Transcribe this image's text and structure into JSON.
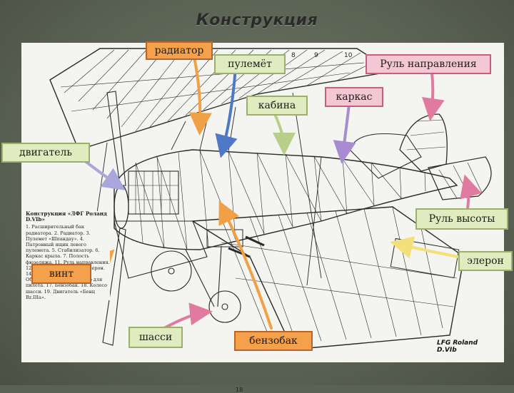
{
  "title": "Конструкция",
  "caption": {
    "heading": "Конструкция «ЛФГ Роланд D.VIb»",
    "body": "1. Расширительный бак радиатора. 2. Радиатор. 3. Пулемет «Шпандау». 4. Патронный ящик левого пулемета. 5. Стабилизатор. 6. Каркас крыла. 7. Полость фюзеляжа. 11. Руль направления. 12. Нервюра крыла. 13. Элерон. 14. Лонжерон крыла. 15. Обшивка крыла. 16. Место для пилота. 17. Бензобак. 18. Колесо шасси. 19. Двигатель «Бенц Bz.IIIa»."
  },
  "brand": "LFG Roland\nD.VIb",
  "numbers": {
    "n8": "8",
    "n9": "9",
    "n10": "10",
    "n18": "18"
  },
  "labels": {
    "radiator": "радиатор",
    "machine_gun": "пулемёт",
    "rudder": "Руль направления",
    "cockpit": "кабина",
    "frame": "каркас",
    "engine": "двигатель",
    "elevator": "Руль высоты",
    "aileron": "элерон",
    "propeller": "винт",
    "landing_gear": "шасси",
    "fuel_tank": "бензобак"
  },
  "colors": {
    "orange": "#f5a04a",
    "green": "#e1ebc0",
    "pink": "#f3c8d4",
    "arrow_orange": "#f2a046",
    "arrow_blue": "#4f79c7",
    "arrow_green": "#b8cf8a",
    "arrow_purple": "#a88bd1",
    "arrow_pink": "#e07aa0",
    "arrow_yellow": "#f4e07a",
    "arrow_lavender": "#a9a6dc"
  }
}
